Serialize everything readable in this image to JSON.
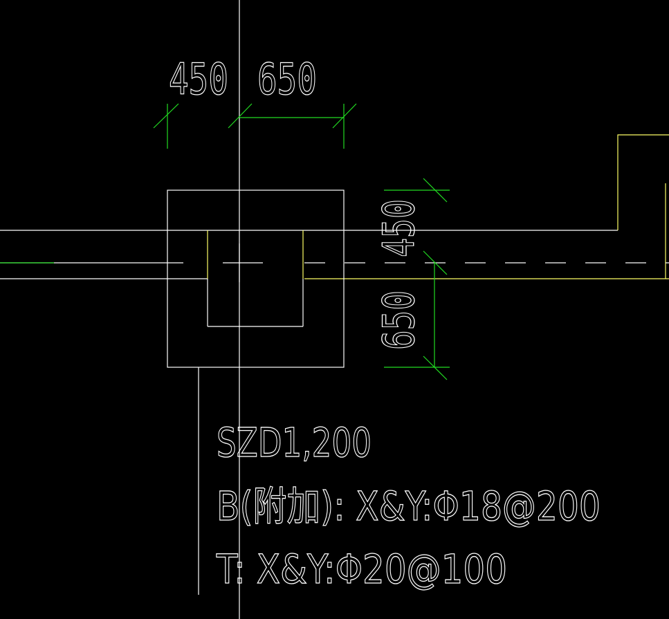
{
  "drawing": {
    "dimensions": {
      "horizontal_left": "450",
      "horizontal_right": "650",
      "vertical_top": "450",
      "vertical_bottom": "650"
    },
    "annotation": {
      "line1": "SZD1,200",
      "line2": "B(附加): X&Y:Φ18@200",
      "line3": "T: X&Y:Φ20@100"
    }
  },
  "colors": {
    "background": "#000000",
    "outline": "#ffffff",
    "beam_edge": "#ffff66",
    "dimension": "#22dd22"
  }
}
